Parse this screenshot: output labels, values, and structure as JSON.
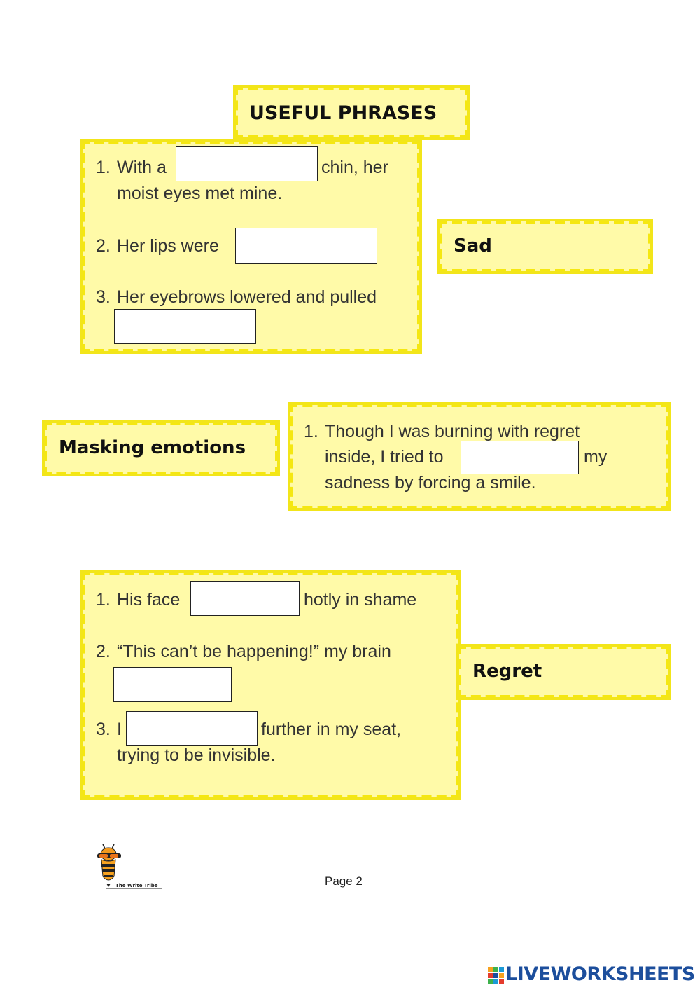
{
  "title": "USEFUL PHRASES",
  "sections": {
    "sad": {
      "label": "Sad",
      "items": [
        {
          "num": "1.",
          "before": "With a",
          "after": "chin, her",
          "line2": "moist eyes met mine."
        },
        {
          "num": "2.",
          "before": "Her lips were"
        },
        {
          "num": "3.",
          "before": "Her eyebrows lowered and pulled"
        }
      ]
    },
    "masking": {
      "label": "Masking emotions",
      "items": [
        {
          "num": "1.",
          "line1": "Though I was burning with regret",
          "before": "inside, I tried to",
          "after": "my",
          "line3": "sadness by forcing a smile."
        }
      ]
    },
    "regret": {
      "label": "Regret",
      "items": [
        {
          "num": "1.",
          "before": "His face",
          "after": "hotly in shame"
        },
        {
          "num": "2.",
          "before": "“This can’t be happening!” my brain"
        },
        {
          "num": "3.",
          "before": "I",
          "after": "further in my seat,",
          "line2": "trying to be invisible."
        }
      ]
    }
  },
  "footer": {
    "page": "Page 2",
    "logo_text": "The Write Tribe",
    "brand": "LIVEWORKSHEETS"
  },
  "colors": {
    "box_fill": "#fffaa8",
    "box_border": "#f5e711",
    "brand": "#1c4e9c"
  }
}
